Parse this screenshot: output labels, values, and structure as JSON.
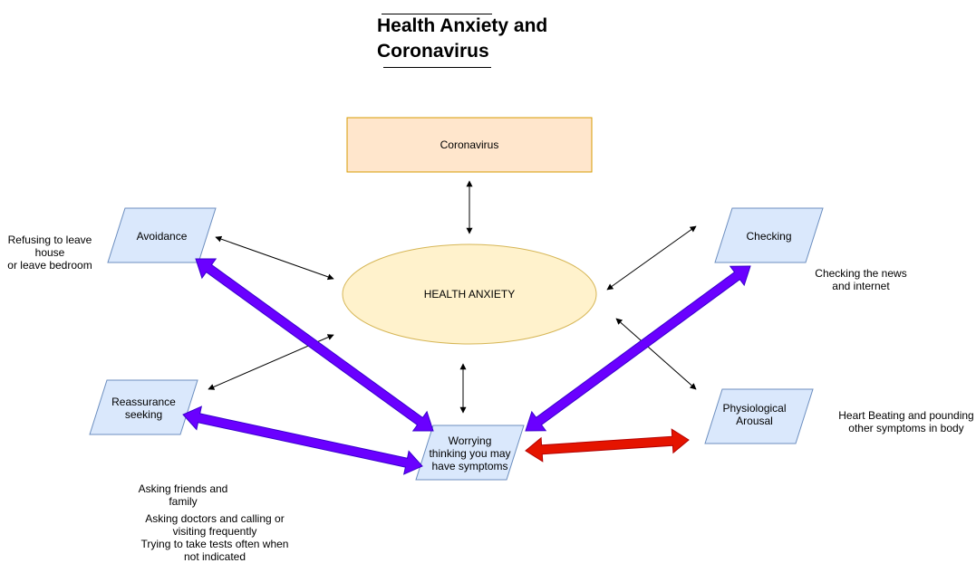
{
  "title": {
    "line1": "Health Anxiety and",
    "line2": "Coronavirus"
  },
  "nodes": {
    "coronavirus": "Coronavirus",
    "health_anxiety": "HEALTH ANXIETY",
    "avoidance": "Avoidance",
    "checking": "Checking",
    "reassurance": [
      "Reassurance",
      "seeking"
    ],
    "physiological": [
      "Physiological",
      "Arousal"
    ],
    "worrying": [
      "Worrying",
      "thinking you may",
      "have symptoms"
    ]
  },
  "notes": {
    "avoidance": [
      "Refusing to leave",
      "house",
      "or leave bedroom"
    ],
    "checking": [
      "Checking the news",
      "and internet"
    ],
    "physiological": [
      "Heart Beating and pounding",
      "other symptoms in body"
    ],
    "reassurance_a": [
      "Asking friends and",
      "family"
    ],
    "reassurance_b": [
      "Asking doctors and calling or",
      "visiting frequently",
      "Trying to take tests often when",
      "not indicated"
    ]
  },
  "colors": {
    "coronavirus_fill": "#ffe6cc",
    "coronavirus_stroke": "#d79b00",
    "anxiety_fill": "#fff2cc",
    "anxiety_stroke": "#d6b656",
    "node_fill": "#dae8fc",
    "node_stroke": "#6c8ebf",
    "purple_arrow": "#6a00ff",
    "purple_stroke": "#3700cc",
    "red_arrow": "#e51400",
    "red_stroke": "#b20000"
  }
}
